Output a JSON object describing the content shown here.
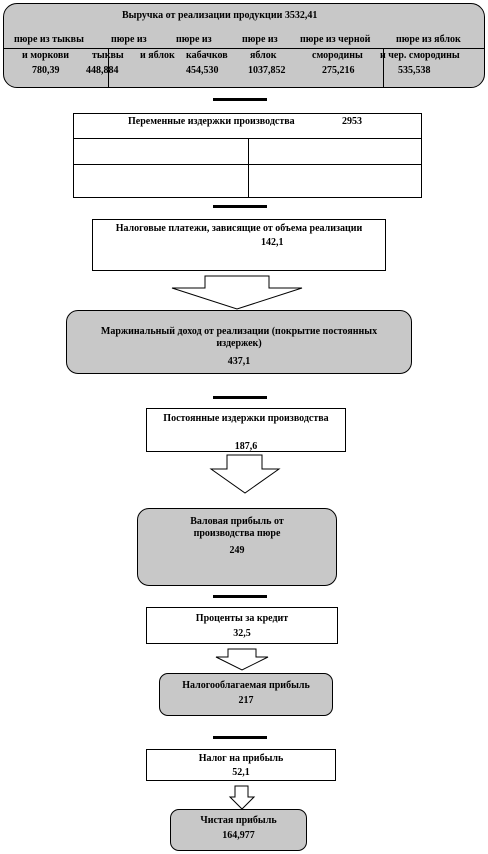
{
  "revenue": {
    "title": "Выручка от реализации продукции 3532,41",
    "products": [
      {
        "line1": "пюре из тыквы",
        "line2": "и моркови",
        "value": "780,39"
      },
      {
        "line1": "пюре из",
        "line2": "тыквы",
        "value": "448,884"
      },
      {
        "line1": "пюре из",
        "line2": "и яблок",
        "value": ""
      },
      {
        "line1": "",
        "line2": "кабачков",
        "value": "454,530"
      },
      {
        "line1": "пюре из",
        "line2": "яблок",
        "value": "1037,852"
      },
      {
        "line1": "пюре из черной",
        "line2": "смородины",
        "value": "275,216"
      },
      {
        "line1": "пюре из яблок",
        "line2": "и чер. смородины",
        "value": "535,538"
      }
    ]
  },
  "variable_costs": {
    "label": "Переменные издержки производства",
    "value": "2953"
  },
  "tax_payments": {
    "label": "Налоговые платежи, зависящие от объема реализации",
    "value": "142,1"
  },
  "marginal_income": {
    "label": "Маржинальный доход от реализации (покрытие постоянных издержек)",
    "value": "437,1"
  },
  "fixed_costs": {
    "label": "Постоянные издержки производства",
    "value": "187,6"
  },
  "gross_profit": {
    "label": "Валовая прибыль от производства пюре",
    "value": "249"
  },
  "loan_interest": {
    "label": "Проценты за кредит",
    "value": "32,5"
  },
  "taxable_profit": {
    "label": "Налогооблагаемая прибыль",
    "value": "217"
  },
  "profit_tax": {
    "label": "Налог на прибыль",
    "value": "52,1"
  },
  "net_profit": {
    "label": "Чистая прибыль",
    "value": "164,977"
  }
}
